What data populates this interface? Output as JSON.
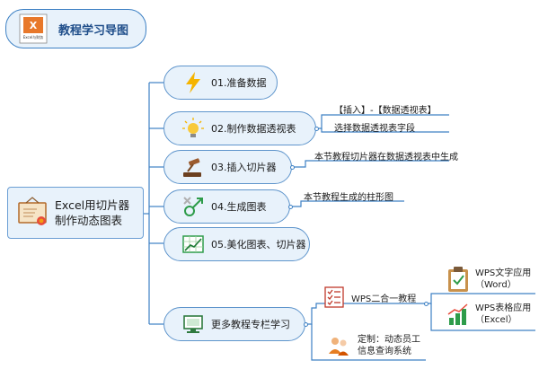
{
  "header": {
    "logo_text": "Excel与财务",
    "title": "教程学习导图"
  },
  "root": {
    "line1": "Excel用切片器",
    "line2": "制作动态图表"
  },
  "topics": [
    {
      "label": "01.准备数据",
      "icon": "lightning-icon"
    },
    {
      "label": "02.制作数据透视表",
      "icon": "lightbulb-icon"
    },
    {
      "label": "03.插入切片器",
      "icon": "gavel-icon"
    },
    {
      "label": "04.生成图表",
      "icon": "symbols-icon"
    },
    {
      "label": "05.美化图表、切片器",
      "icon": "chart-icon"
    },
    {
      "label": "更多教程专栏学习",
      "icon": "monitor-icon"
    }
  ],
  "leaves": {
    "t2a": "【插入】-【数据透视表】",
    "t2b": "选择数据透视表字段",
    "t3a": "本节教程切片器在数据透视表中生成",
    "t4a": "本节教程生成的柱形图",
    "wps": "WPS二合一教程",
    "word_1": "WPS文字应用",
    "word_2": "（Word）",
    "excel_1": "WPS表格应用",
    "excel_2": "（Excel）",
    "custom_1": "定制：动态员工",
    "custom_2": "信息查询系统"
  },
  "colors": {
    "node_fill": "#e8f2fb",
    "node_border": "#3d80c4",
    "line": "#3d80c4",
    "excel_orange": "#e8782a"
  }
}
